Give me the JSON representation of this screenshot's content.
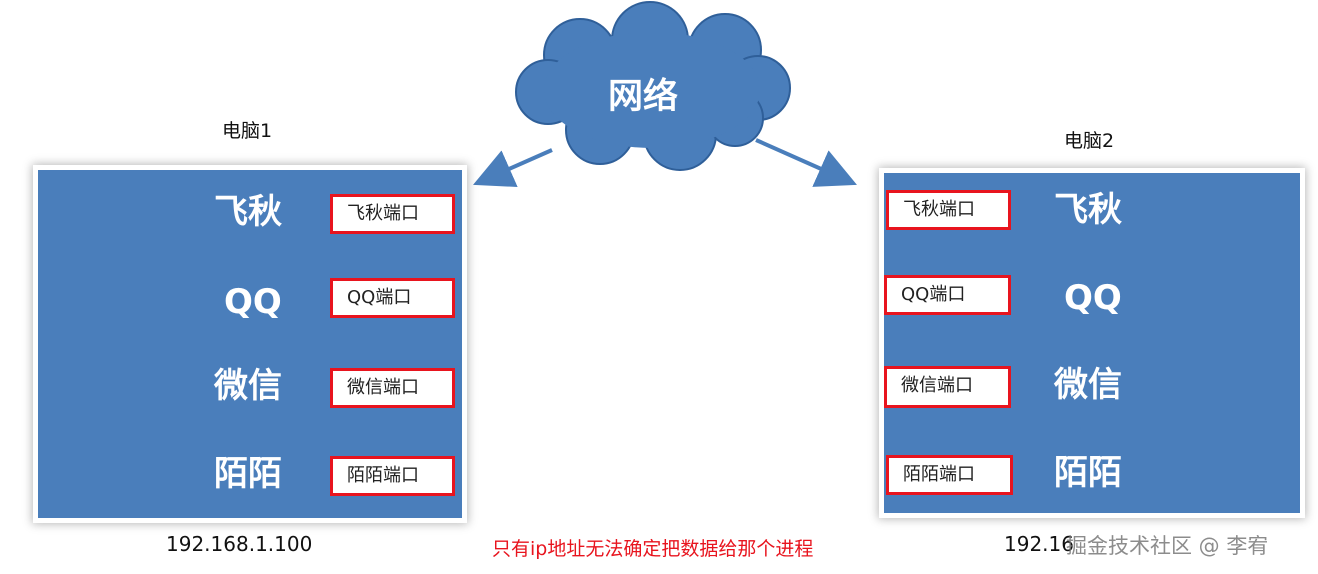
{
  "network": {
    "label": "网络"
  },
  "computer1": {
    "title": "电脑1",
    "ip": "192.168.1.100",
    "apps": [
      {
        "name": "飞秋",
        "port": "飞秋端口"
      },
      {
        "name": "QQ",
        "port": "QQ端口"
      },
      {
        "name": "微信",
        "port": "微信端口"
      },
      {
        "name": "陌陌",
        "port": "陌陌端口"
      }
    ]
  },
  "computer2": {
    "title": "电脑2",
    "ip": "192.16",
    "apps": [
      {
        "name": "飞秋",
        "port": "飞秋端口"
      },
      {
        "name": "QQ",
        "port": "QQ端口"
      },
      {
        "name": "微信",
        "port": "微信端口"
      },
      {
        "name": "陌陌",
        "port": "陌陌端口"
      }
    ]
  },
  "caption": "只有ip地址无法确定把数据给那个进程",
  "watermark": "掘金技术社区 @ 李宥",
  "colors": {
    "panel": "#4a7ebb",
    "cloud": "#4a7ebb",
    "port_border": "#e8141e",
    "caption": "#e8141e"
  }
}
